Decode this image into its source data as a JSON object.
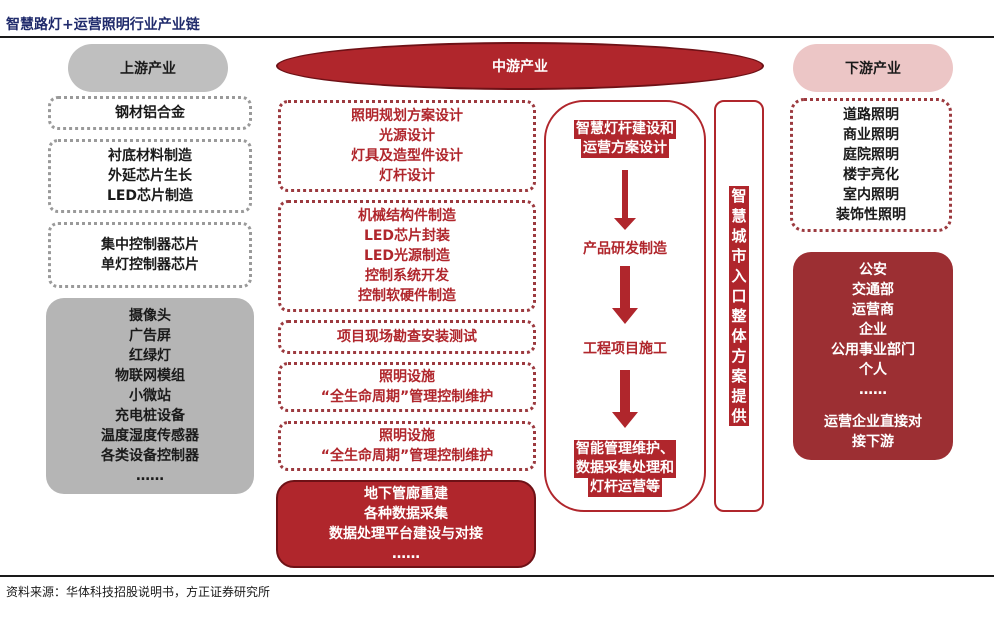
{
  "header": {
    "title": "智慧路灯+运营照明行业产业链"
  },
  "upstream": {
    "label": "上游产业",
    "boxes": [
      {
        "items": [
          "钢材铝合金"
        ]
      },
      {
        "items": [
          "衬底材料制造",
          "外延芯片生长",
          "LED芯片制造"
        ]
      },
      {
        "items": [
          "集中控制器芯片",
          "单灯控制器芯片"
        ]
      },
      {
        "items": [
          "摄像头",
          "广告屏",
          "红绿灯",
          "物联网模组",
          "小微站",
          "充电桩设备",
          "温度湿度传感器",
          "各类设备控制器",
          "……"
        ]
      }
    ]
  },
  "midstream": {
    "label": "中游产业",
    "boxes": [
      {
        "items": [
          "照明规划方案设计",
          "光源设计",
          "灯具及造型件设计",
          "灯杆设计"
        ]
      },
      {
        "items": [
          "机械结构件制造",
          "LED芯片封装",
          "LED光源制造",
          "控制系统开发",
          "控制软硬件制造"
        ]
      },
      {
        "items": [
          "项目现场勘查安装测试"
        ]
      },
      {
        "items": [
          "照明设施",
          "“全生命周期”管理控制维护"
        ]
      },
      {
        "items": [
          "照明设施",
          "“全生命周期”管理控制维护"
        ]
      },
      {
        "items": [
          "地下管廊重建",
          "各种数据采集",
          "数据处理平台建设与对接",
          "……"
        ]
      }
    ],
    "flow": [
      [
        "智慧灯杆建设和",
        "运营方案设计"
      ],
      [
        "产品研发制造"
      ],
      [
        "工程项目施工"
      ],
      [
        "智能管理维护、",
        "数据采集处理和",
        "灯杆运营等"
      ]
    ],
    "vertical_chars": [
      "智",
      "慧",
      "城",
      "市",
      "入",
      "口",
      "整",
      "体",
      "方",
      "案",
      "提",
      "供"
    ]
  },
  "downstream": {
    "label": "下游产业",
    "boxes": [
      {
        "items": [
          "道路照明",
          "商业照明",
          "庭院照明",
          "楼宇亮化",
          "室内照明",
          "装饰性照明"
        ]
      },
      {
        "items": [
          "公安",
          "交通部",
          "运营商",
          "企业",
          "公用事业部门",
          "个人",
          "……",
          "运营企业直接对",
          "接下游"
        ]
      }
    ]
  },
  "footer": {
    "source": "资料来源：华体科技招股说明书，方正证券研究所"
  },
  "colors": {
    "accent": "#b0262c",
    "gray": "#bfbfbf",
    "pink": "#ecc6c6",
    "title": "#1f2a6b"
  }
}
